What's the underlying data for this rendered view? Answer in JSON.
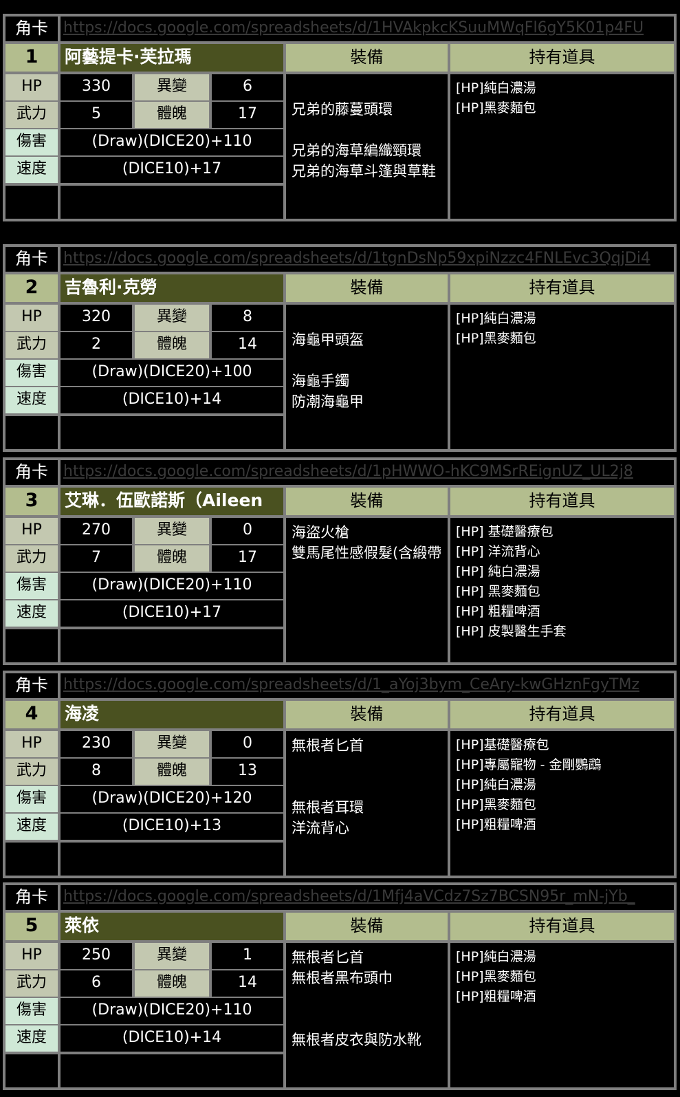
{
  "labels": {
    "card": "角卡",
    "equipment": "裝備",
    "items": "持有道具",
    "hp": "HP",
    "mutation": "異變",
    "power": "武力",
    "physique": "體魄",
    "damage": "傷害",
    "speed": "速度"
  },
  "cards": [
    {
      "number": "1",
      "name": "阿藝提卡·芙拉瑪",
      "link": "https://docs.google.com/spreadsheets/d/1HVAkpkcKSuuMWqFl6gY5K01p4FU",
      "hp": "330",
      "mutation": "6",
      "power": "5",
      "physique": "17",
      "damage": "(Draw)(DICE20)+110",
      "speed": "(DICE10)+17",
      "equipment": [
        "",
        "兄弟的藤蔓頭環",
        "",
        "兄弟的海草編織頸環",
        "兄弟的海草斗篷與草鞋"
      ],
      "items": [
        "[HP]純白濃湯",
        "[HP]黑麥麵包"
      ]
    },
    {
      "number": "2",
      "name": "吉魯利·克勞",
      "link": "https://docs.google.com/spreadsheets/d/1tgnDsNp59xpiNzzc4FNLEvc3QqjDi4",
      "hp": "320",
      "mutation": "8",
      "power": "2",
      "physique": "14",
      "damage": "(Draw)(DICE20)+100",
      "speed": "(DICE10)+14",
      "equipment": [
        "",
        "海龜甲頭盔",
        "",
        "海龜手鐲",
        "防潮海龜甲"
      ],
      "items": [
        "[HP]純白濃湯",
        "[HP]黑麥麵包"
      ]
    },
    {
      "number": "3",
      "name": "艾琳．伍歐諾斯（Aileen",
      "link": "https://docs.google.com/spreadsheets/d/1pHWWO-hKC9MSrREignUZ_UL2j8",
      "hp": "270",
      "mutation": "0",
      "power": "7",
      "physique": "17",
      "damage": "(Draw)(DICE20)+110",
      "speed": "(DICE10)+17",
      "equipment": [
        "海盜火槍",
        "雙馬尾性感假髮(含緞帶"
      ],
      "items": [
        "[HP] 基礎醫療包",
        "[HP] 洋流背心",
        "[HP] 純白濃湯",
        "[HP] 黑麥麵包",
        "[HP] 粗糧啤酒",
        "[HP] 皮製醫生手套"
      ]
    },
    {
      "number": "4",
      "name": "海凌",
      "link": "https://docs.google.com/spreadsheets/d/1_aYoj3bym_CeAry-kwGHznFgyTMz",
      "hp": "230",
      "mutation": "0",
      "power": "8",
      "physique": "13",
      "damage": "(Draw)(DICE20)+120",
      "speed": "(DICE10)+13",
      "equipment": [
        "無根者匕首",
        "",
        "",
        "無根者耳環",
        "洋流背心"
      ],
      "items": [
        "[HP]基礎醫療包",
        "[HP]專屬寵物 - 金剛鸚鵡",
        "[HP]純白濃湯",
        "[HP]黑麥麵包",
        "[HP]粗糧啤酒"
      ]
    },
    {
      "number": "5",
      "name": "萊依",
      "link": "https://docs.google.com/spreadsheets/d/1Mfj4aVCdz7Sz7BCSN95r_mN-jYb_",
      "hp": "250",
      "mutation": "1",
      "power": "6",
      "physique": "14",
      "damage": "(Draw)(DICE20)+110",
      "speed": "(DICE10)+14",
      "equipment": [
        "無根者匕首",
        "無根者黑布頭巾",
        "",
        "",
        "無根者皮衣與防水靴"
      ],
      "items": [
        "[HP]純白濃湯",
        "[HP]黑麥麵包",
        "[HP]粗糧啤酒"
      ]
    }
  ]
}
